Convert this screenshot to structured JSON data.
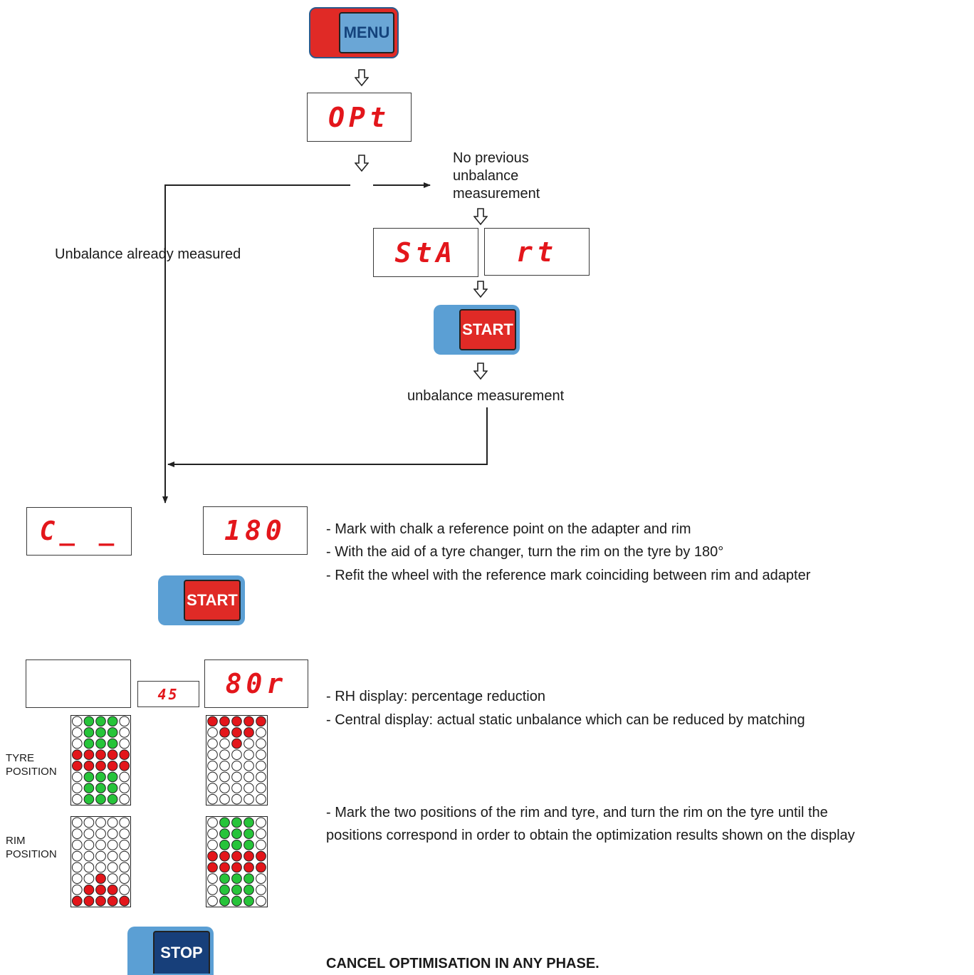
{
  "buttons": {
    "menu": "MENU",
    "start_top": "START",
    "start_bottom": "START",
    "stop": "STOP"
  },
  "displays": {
    "opt": "OPt",
    "sta": "StA",
    "rt": "rt",
    "c": "C_ _",
    "d180": "180",
    "d45": "45",
    "d80": "80r"
  },
  "labels": {
    "no_prev_1": "No previous",
    "no_prev_2": "unbalance",
    "no_prev_3": "measurement",
    "already": "Unbalance already measured",
    "measurement": "unbalance measurement",
    "tyre_1": "TYRE",
    "tyre_2": "POSITION",
    "rim_1": "RIM",
    "rim_2": "POSITION"
  },
  "instructions": {
    "i1": "- Mark with chalk a reference point on the adapter and rim",
    "i2": "- With the aid of a tyre changer, turn the rim on the tyre by 180°",
    "i3": "- Refit the wheel with the reference mark coinciding between rim and adapter",
    "i4": "- RH display: percentage reduction",
    "i5": "- Central display: actual static unbalance which can be reduced by matching",
    "i6": "-  Mark the two positions of the rim and tyre, and turn the rim on the tyre until the",
    "i7": "positions correspond in order to obtain the optimization results shown on the display",
    "cancel": "CANCEL OPTIMISATION IN ANY PHASE."
  },
  "matrices": {
    "tyre_left": [
      "wgggw",
      "wgggw",
      "wgggw",
      "rrrrr",
      "rrrrr",
      "wgggw",
      "wgggw",
      "wgggw"
    ],
    "tyre_right": [
      "rrrrr",
      "wrrrw",
      "wwrww",
      "wwwww",
      "wwwww",
      "wwwww",
      "wwwww",
      "wwwww"
    ],
    "rim_left": [
      "wwwww",
      "wwwww",
      "wwwww",
      "wwwww",
      "wwwww",
      "wwrww",
      "wrrrw",
      "rrrrr"
    ],
    "rim_right": [
      "wgggw",
      "wgggw",
      "wgggw",
      "rrrrr",
      "rrrrr",
      "wgggw",
      "wgggw",
      "wgggw"
    ]
  },
  "colors": {
    "red": "#e3161b",
    "green": "#27c43a",
    "blue": "#5b9fd4",
    "navy": "#173f7a",
    "button_red": "#e02a26"
  }
}
